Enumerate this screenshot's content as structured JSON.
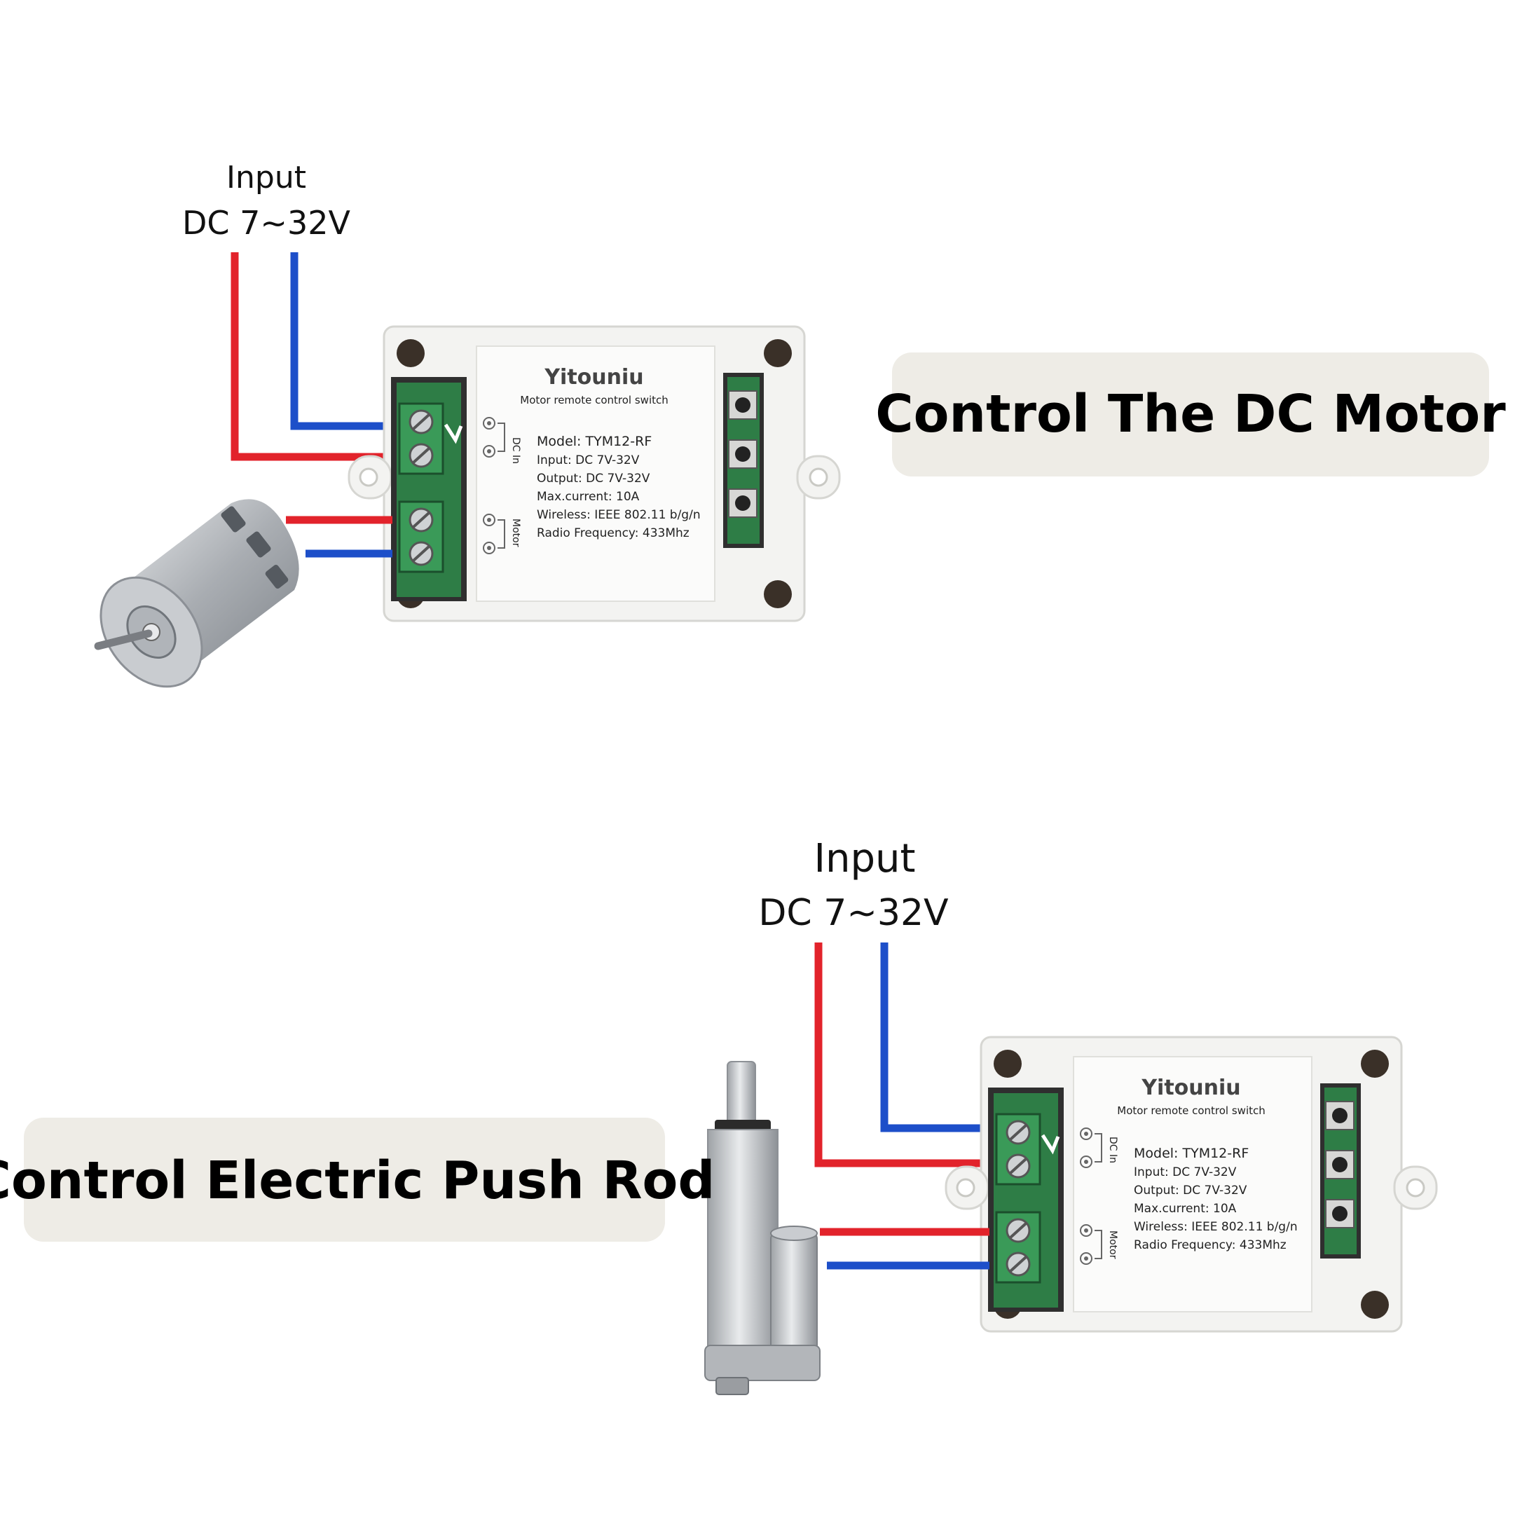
{
  "top": {
    "input_label": "Input",
    "voltage_label": "DC 7~32V",
    "caption": "Control The DC Motor"
  },
  "bottom": {
    "input_label": "Input",
    "voltage_label": "DC 7~32V",
    "caption": "Control Electric Push Rod"
  },
  "module": {
    "brand": "Yitouniu",
    "subtitle": "Motor remote control switch",
    "dc_in_label": "DC In",
    "motor_label": "Motor",
    "specs": [
      "Model:  TYM12-RF",
      "Input:  DC 7V-32V",
      "Output:  DC 7V-32V",
      "Max.current:  10A",
      "Wireless:  IEEE 802.11 b/g/n",
      "Radio Frequency:  433Mhz"
    ]
  },
  "colors": {
    "positive_wire": "#e2232b",
    "negative_wire": "#1d4fc9",
    "terminal_green": "#2e7d46",
    "caption_bg": "#eeece6"
  }
}
